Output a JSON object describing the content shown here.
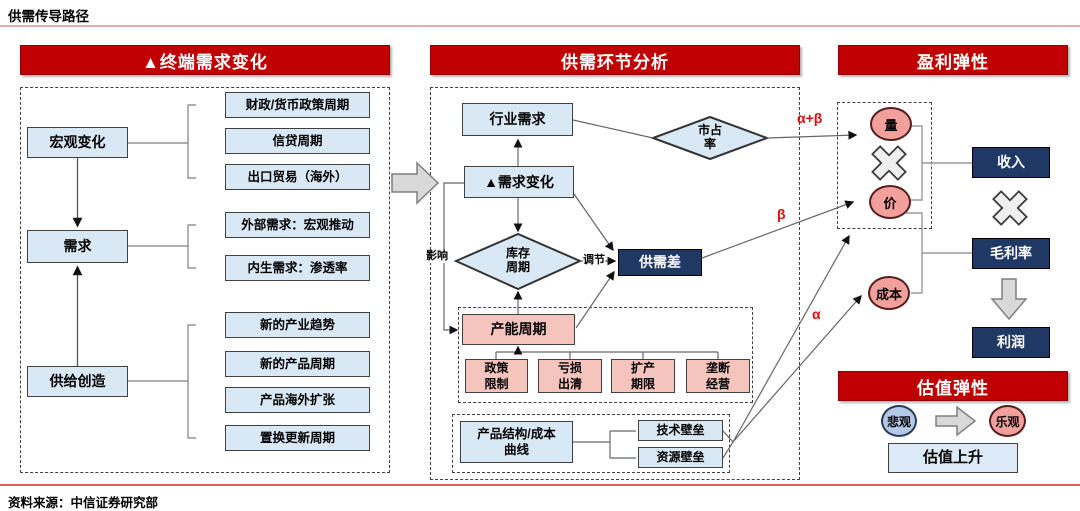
{
  "page": {
    "title": "供需传导路径",
    "source": "资料来源：中信证券研究部"
  },
  "left": {
    "header": "▲终端需求变化",
    "macro": "宏观变化",
    "demand": "需求",
    "supply": "供给创造",
    "macro_items": [
      "财政/货币政策周期",
      "信贷周期",
      "出口贸易（海外）"
    ],
    "demand_items": [
      "外部需求：宏观推动",
      "内生需求：渗透率"
    ],
    "supply_items": [
      "新的产业趋势",
      "新的产品周期",
      "产品海外扩张",
      "置换更新周期"
    ]
  },
  "middle": {
    "header": "供需环节分析",
    "industry_demand": "行业需求",
    "demand_change": "▲需求变化",
    "market_share": "市占率",
    "inventory_cycle": "库存周期",
    "gap": "供需差",
    "capacity_cycle": "产能周期",
    "capacity_factors": [
      "政策限制",
      "亏损出清",
      "扩产期限",
      "垄断经营"
    ],
    "cost_structure": "产品结构/成本曲线",
    "barriers": [
      "技术壁垒",
      "资源壁垒"
    ],
    "influence_label": "影响",
    "adjust_label": "调节"
  },
  "right": {
    "header": "盈利弹性",
    "volume": "量",
    "price": "价",
    "cost": "成本",
    "revenue": "收入",
    "gross_margin": "毛利率",
    "profit": "利润",
    "valuation_header": "估值弹性",
    "pessimistic": "悲观",
    "optimistic": "乐观",
    "valuation_up": "估值上升"
  },
  "greek": {
    "alpha_beta": "α+β",
    "beta": "β",
    "alpha": "α"
  },
  "colors": {
    "banner_red": "#C00000",
    "navy": "#1F3864",
    "light_blue": "#D9E8F5",
    "pink_box": "#F5C4BD",
    "pink_circle": "#F2A09C",
    "blue_circle": "#B4C9E8",
    "valuation_box": "#DCEAF7",
    "top_rule": "#ECA9A9",
    "bottom_rule": "#E06060"
  }
}
